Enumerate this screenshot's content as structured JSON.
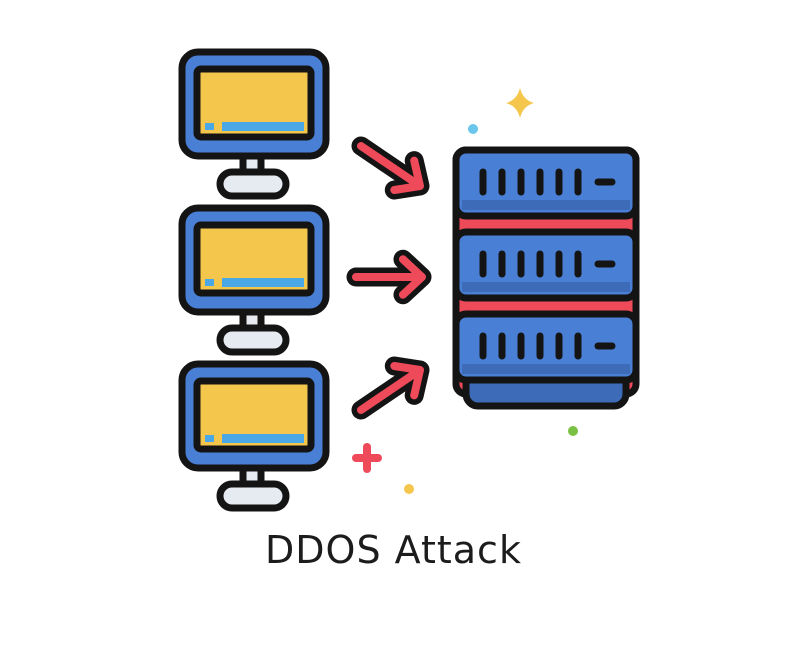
{
  "caption": "DDOS Attack",
  "clients": [
    {
      "name": "computer"
    },
    {
      "name": "computer"
    },
    {
      "name": "computer"
    }
  ],
  "server_units": 3,
  "colors": {
    "outline": "#141414",
    "monitor_frame": "#4a7fd6",
    "screen": "#f4c64b",
    "screen_bar": "#4aa8e6",
    "stand": "#e6ebf2",
    "arrow": "#ef4a5a",
    "server": "#4a7fd6",
    "server_gap": "#ef4a5a",
    "server_shadow": "#3d6bb8",
    "star": "#f4c64b",
    "dot_blue": "#6cc6ec",
    "dot_green": "#7ac043",
    "dot_yellow": "#f4c64b",
    "plus": "#ef4a5a"
  },
  "icons": [
    "computer-icon",
    "server-icon",
    "arrow-icon",
    "sparkle-icon",
    "plus-icon"
  ]
}
